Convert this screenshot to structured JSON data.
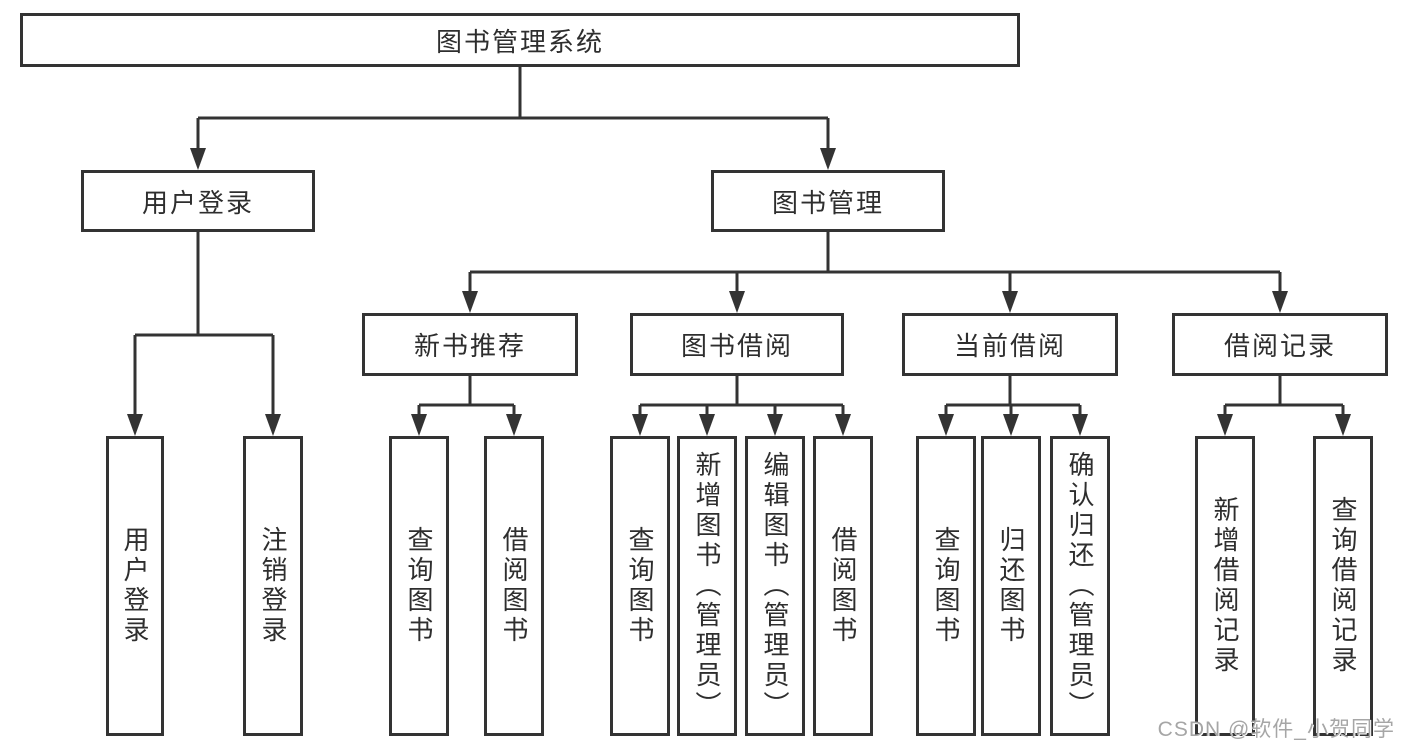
{
  "diagram_type": "hierarchy-tree",
  "colors": {
    "line": "#333333",
    "box_border": "#333333",
    "box_background": "#ffffff",
    "text": "#2e2e2e",
    "watermark": "#a6a6a6",
    "background": "#ffffff"
  },
  "tree": {
    "label": "图书管理系统",
    "children": [
      {
        "label": "用户登录",
        "children": [
          "用户登录",
          "注销登录"
        ]
      },
      {
        "label": "图书管理",
        "children": [
          {
            "label": "新书推荐",
            "children": [
              "查询图书",
              "借阅图书"
            ]
          },
          {
            "label": "图书借阅",
            "children": [
              "查询图书",
              "新增图书（管理员）",
              "编辑图书（管理员）",
              "借阅图书"
            ]
          },
          {
            "label": "当前借阅",
            "children": [
              "查询图书",
              "归还图书",
              "确认归还（管理员）"
            ]
          },
          {
            "label": "借阅记录",
            "children": [
              "新增借阅记录",
              "查询借阅记录"
            ]
          }
        ]
      }
    ]
  },
  "watermark": {
    "text": "CSDN @软件_小贺同学"
  }
}
